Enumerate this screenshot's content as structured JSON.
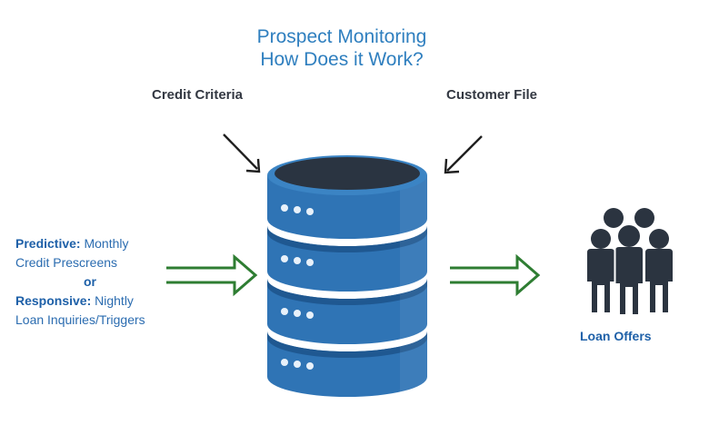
{
  "title": {
    "line1": "Prospect Monitoring",
    "line2": "How Does it Work?"
  },
  "inputs": {
    "credit_criteria": "Credit Criteria",
    "customer_file": "Customer File"
  },
  "left_panel": {
    "predictive_label": "Predictive:",
    "predictive_text": " Monthly",
    "predictive_text2": "Credit Prescreens",
    "or_label": "or",
    "responsive_label": "Responsive:",
    "responsive_text": " Nightly",
    "responsive_text2": "Loan Inquiries/Triggers"
  },
  "output": {
    "label": "Loan Offers"
  },
  "colors": {
    "title": "#2f7fbf",
    "database_body": "#2f74b5",
    "database_top": "#2a3441",
    "arrow_green": "#2e7d32",
    "people": "#2b3440"
  },
  "icons": [
    "database-icon",
    "people-group-icon",
    "arrow-icon"
  ]
}
